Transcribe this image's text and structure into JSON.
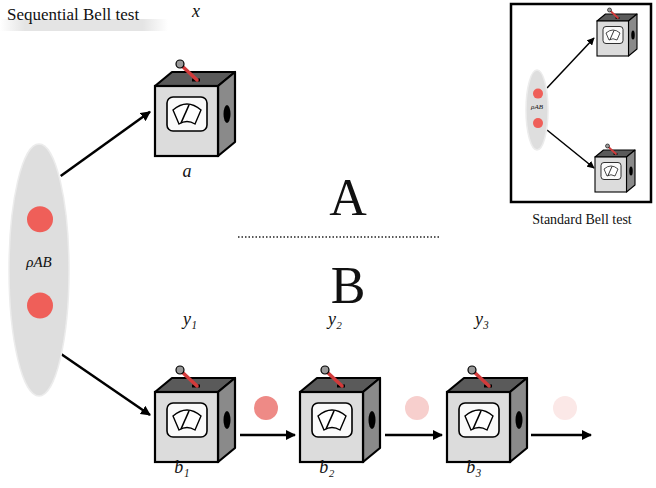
{
  "diagram": {
    "title": "Sequential Bell test",
    "nodes": [
      {
        "text": [
          "ρAB"
        ]
      },
      {
        "text": [
          "x",
          "a"
        ]
      },
      {
        "text": [
          "y₁",
          "b₁"
        ]
      },
      {
        "text": [
          "y₂",
          "b₂"
        ]
      },
      {
        "text": [
          "y₃",
          "b₃"
        ]
      },
      {
        "text": [
          "Standard Bell test"
        ]
      },
      {
        "text": [
          "ρAB"
        ],
        "in": 5
      }
    ],
    "edges": [
      {
        "from": 0,
        "to": 1,
        "arrow": "to"
      },
      {
        "from": 0,
        "to": 2,
        "arrow": "to"
      },
      {
        "from": 2,
        "to": 3,
        "arrow": "to"
      },
      {
        "from": 3,
        "to": 4,
        "arrow": "to"
      }
    ],
    "labels": [
      "A",
      "B"
    ]
  }
}
